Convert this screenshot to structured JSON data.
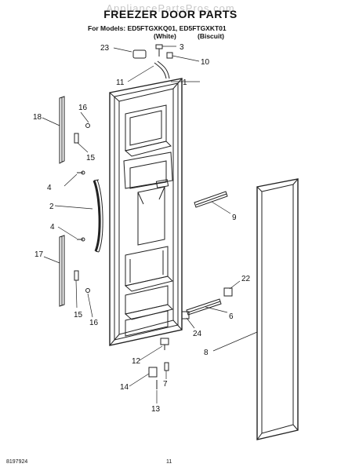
{
  "header": {
    "watermark": "AppliancePartsPros.com",
    "title": "FREEZER DOOR PARTS",
    "models_line": "For Models: ED5FTGXKQ01, ED5FTGXKT01",
    "variant_white": "(White)",
    "variant_biscuit": "(Biscuit)"
  },
  "callouts": [
    "1",
    "2",
    "3",
    "4",
    "4",
    "6",
    "7",
    "8",
    "9",
    "10",
    "11",
    "12",
    "13",
    "14",
    "15",
    "15",
    "16",
    "16",
    "17",
    "18",
    "22",
    "23",
    "24"
  ],
  "footer": {
    "doc_number": "8197924",
    "page_number": "11"
  }
}
